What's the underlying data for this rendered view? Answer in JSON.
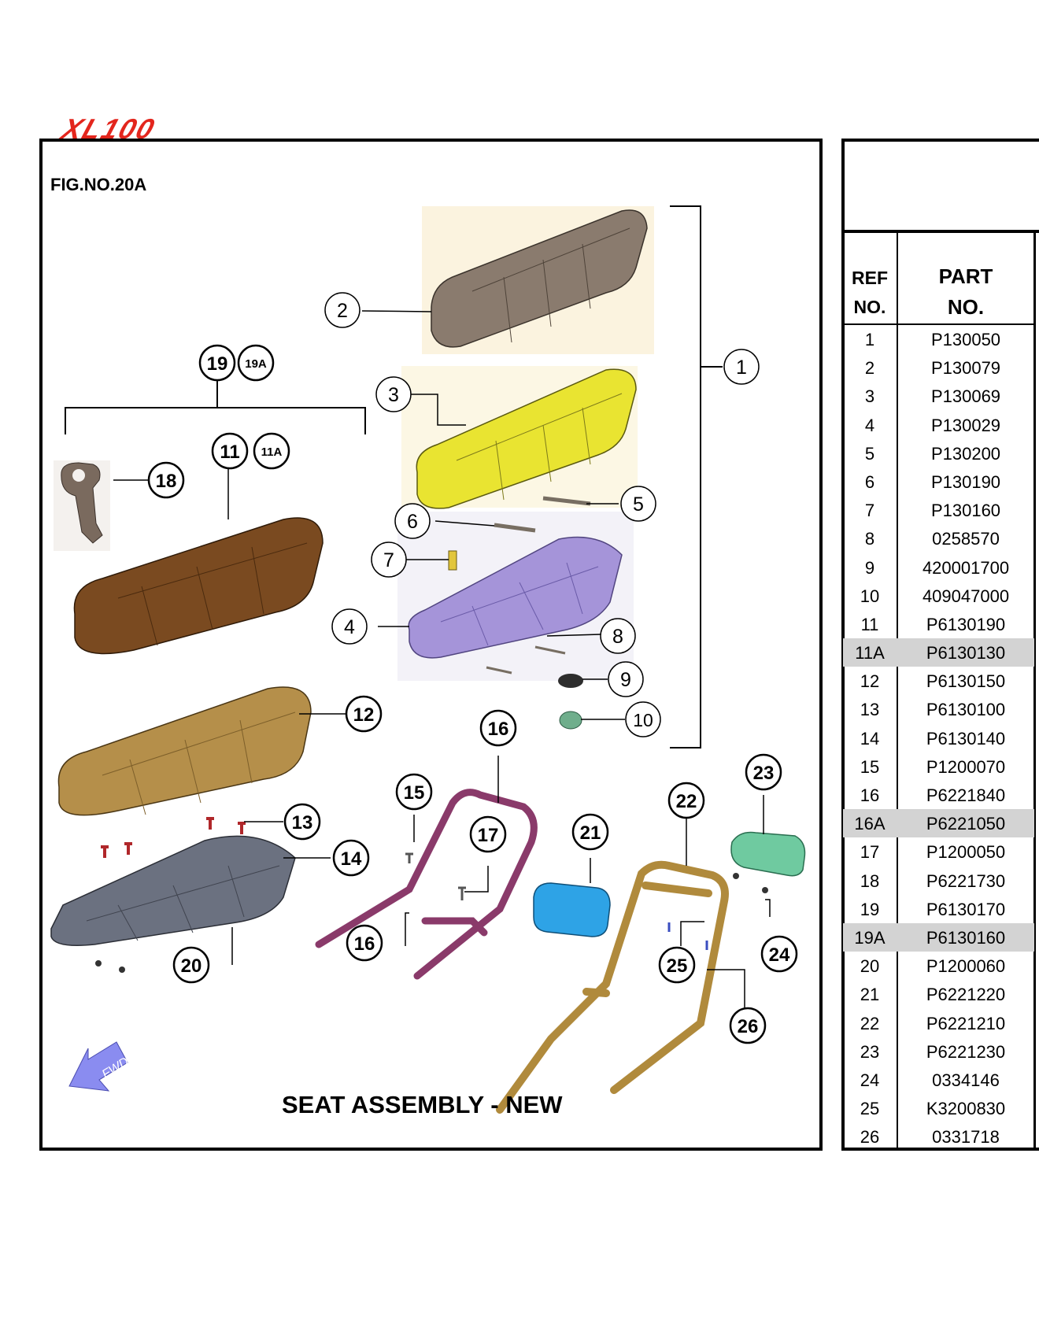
{
  "brand": {
    "logo_text": "XL100"
  },
  "figure": {
    "fig_no": "FIG.NO.20A",
    "title": "SEAT ASSEMBLY - NEW",
    "fwd_label": "FWD",
    "callouts": [
      "1",
      "2",
      "3",
      "4",
      "5",
      "6",
      "7",
      "8",
      "9",
      "10",
      "11",
      "11A",
      "12",
      "13",
      "14",
      "15",
      "16",
      "16",
      "17",
      "18",
      "19",
      "19A",
      "20",
      "21",
      "22",
      "23",
      "24",
      "25",
      "26"
    ]
  },
  "table": {
    "header": {
      "ref_line1": "REF",
      "ref_line2": "NO.",
      "part_line1": "PART",
      "part_line2": "NO."
    },
    "rows": [
      {
        "ref": "1",
        "part": "P130050",
        "highlight": false
      },
      {
        "ref": "2",
        "part": "P130079",
        "highlight": false
      },
      {
        "ref": "3",
        "part": "P130069",
        "highlight": false
      },
      {
        "ref": "4",
        "part": "P130029",
        "highlight": false
      },
      {
        "ref": "5",
        "part": "P130200",
        "highlight": false
      },
      {
        "ref": "6",
        "part": "P130190",
        "highlight": false
      },
      {
        "ref": "7",
        "part": "P130160",
        "highlight": false
      },
      {
        "ref": "8",
        "part": "0258570",
        "highlight": false
      },
      {
        "ref": "9",
        "part": "420001700",
        "highlight": false
      },
      {
        "ref": "10",
        "part": "409047000",
        "highlight": false
      },
      {
        "ref": "11",
        "part": "P6130190",
        "highlight": false
      },
      {
        "ref": "11A",
        "part": "P6130130",
        "highlight": true
      },
      {
        "ref": "12",
        "part": "P6130150",
        "highlight": false
      },
      {
        "ref": "13",
        "part": "P6130100",
        "highlight": false
      },
      {
        "ref": "14",
        "part": "P6130140",
        "highlight": false
      },
      {
        "ref": "15",
        "part": "P1200070",
        "highlight": false
      },
      {
        "ref": "16",
        "part": "P6221840",
        "highlight": false
      },
      {
        "ref": "16A",
        "part": "P6221050",
        "highlight": true
      },
      {
        "ref": "17",
        "part": "P1200050",
        "highlight": false
      },
      {
        "ref": "18",
        "part": "P6221730",
        "highlight": false
      },
      {
        "ref": "19",
        "part": "P6130170",
        "highlight": false
      },
      {
        "ref": "19A",
        "part": "P6130160",
        "highlight": true
      },
      {
        "ref": "20",
        "part": "P1200060",
        "highlight": false
      },
      {
        "ref": "21",
        "part": "P6221220",
        "highlight": false
      },
      {
        "ref": "22",
        "part": "P6221210",
        "highlight": false
      },
      {
        "ref": "23",
        "part": "P6221230",
        "highlight": false
      },
      {
        "ref": "24",
        "part": "0334146",
        "highlight": false
      },
      {
        "ref": "25",
        "part": "K3200830",
        "highlight": false
      },
      {
        "ref": "26",
        "part": "0331718",
        "highlight": false
      }
    ]
  },
  "colors": {
    "brand_red": "#e3261d",
    "row_highlight": "#d3d3d3",
    "seat_top": "#8a7b6e",
    "seat_yellow": "#e9e431",
    "seat_base_purple": "#a594d9",
    "seat_brown": "#7a4a20",
    "seat_tan": "#b58f4a",
    "seat_base_gray": "#6b7180",
    "frame_maroon": "#8a3a6a",
    "pad_blue": "#2ea3e6",
    "frame_gold": "#b08a3c",
    "bracket_green": "#6fcaa0",
    "fwd_arrow": "#8a8cf0"
  }
}
